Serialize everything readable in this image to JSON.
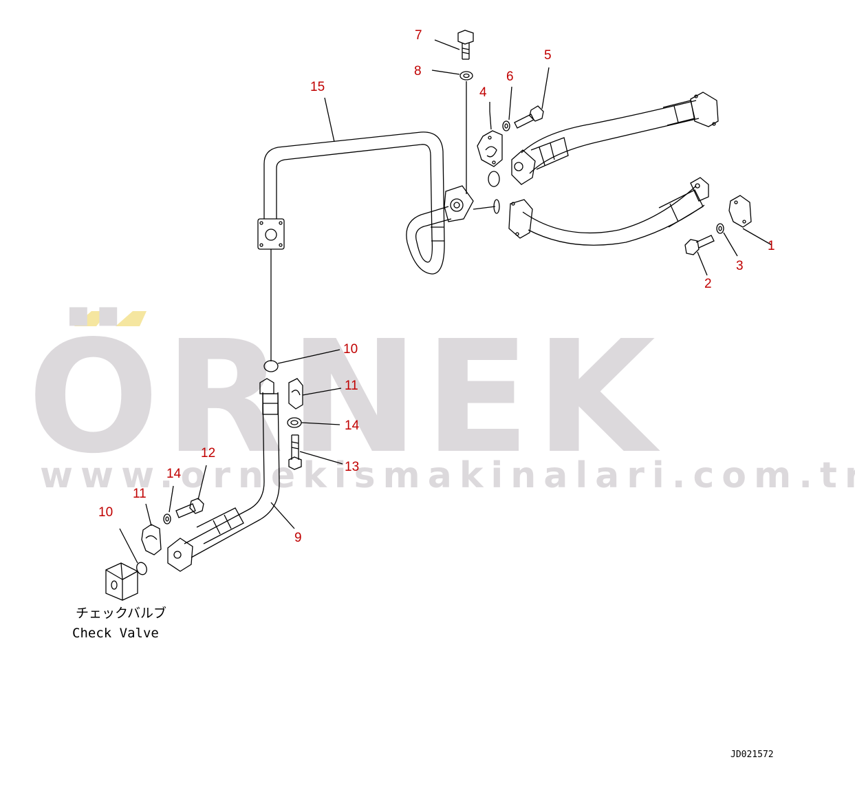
{
  "watermark": {
    "brand": "ÖRNEK",
    "url": "www.ornekismakinalari.com.tr",
    "brand_color": "#dcd9dc",
    "accent_color": "#f5e6a0"
  },
  "callouts": [
    {
      "id": "c1",
      "label": "1"
    },
    {
      "id": "c2",
      "label": "2"
    },
    {
      "id": "c3",
      "label": "3"
    },
    {
      "id": "c4",
      "label": "4"
    },
    {
      "id": "c5",
      "label": "5"
    },
    {
      "id": "c6",
      "label": "6"
    },
    {
      "id": "c7",
      "label": "7"
    },
    {
      "id": "c8",
      "label": "8"
    },
    {
      "id": "c9",
      "label": "9"
    },
    {
      "id": "c10a",
      "label": "10"
    },
    {
      "id": "c10b",
      "label": "10"
    },
    {
      "id": "c11a",
      "label": "11"
    },
    {
      "id": "c11b",
      "label": "11"
    },
    {
      "id": "c12",
      "label": "12"
    },
    {
      "id": "c13",
      "label": "13"
    },
    {
      "id": "c14a",
      "label": "14"
    },
    {
      "id": "c14b",
      "label": "14"
    },
    {
      "id": "c15",
      "label": "15"
    }
  ],
  "callout_color": "#c00000",
  "check_valve": {
    "label_jp": "チェックバルブ",
    "label_en": "Check Valve"
  },
  "drawing_code": "JD021572"
}
